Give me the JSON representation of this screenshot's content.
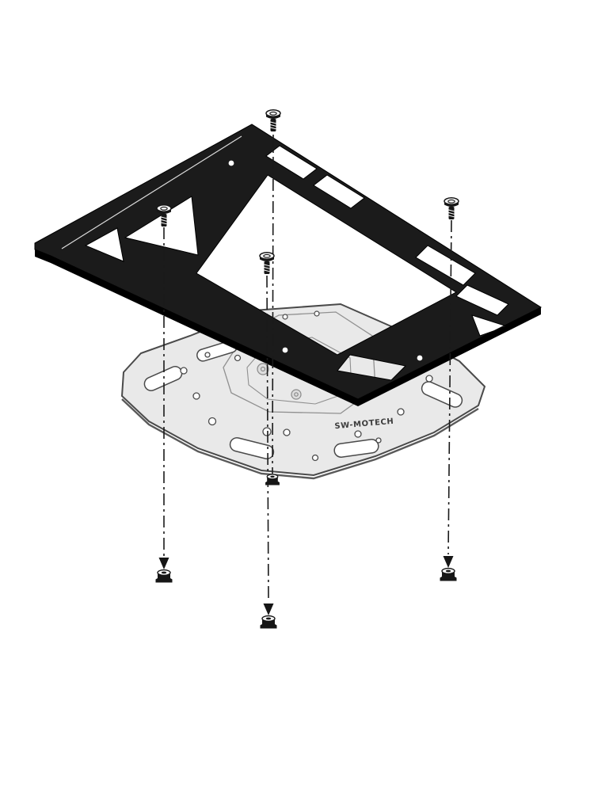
{
  "figure": {
    "brand_label": "SW-MOTECH"
  },
  "colors": {
    "background": "#ffffff",
    "rack_plate": "#1b1b1b",
    "rack_plate_edge": "#000000",
    "adapter_plate": "#e9e9e9",
    "adapter_plate_outline": "#4a4a4a",
    "adapter_detail": "#909090",
    "centerline": "#1a1a1a",
    "fastener": "#161616",
    "fastener_top": "#f7f7f7",
    "brand_text": "#3d3d3d"
  },
  "parts": {
    "rack_plate": "luggage-rack-top-plate",
    "adapter_plate": "adapter-plate",
    "screw": "pan-head-screw",
    "nut": "flange-nut",
    "centerline": "assembly-center-line",
    "arrow": "assembly-direction-arrow",
    "counts": {
      "screws": 4,
      "nuts": 4,
      "centerlines": 4,
      "arrows": 3
    }
  }
}
